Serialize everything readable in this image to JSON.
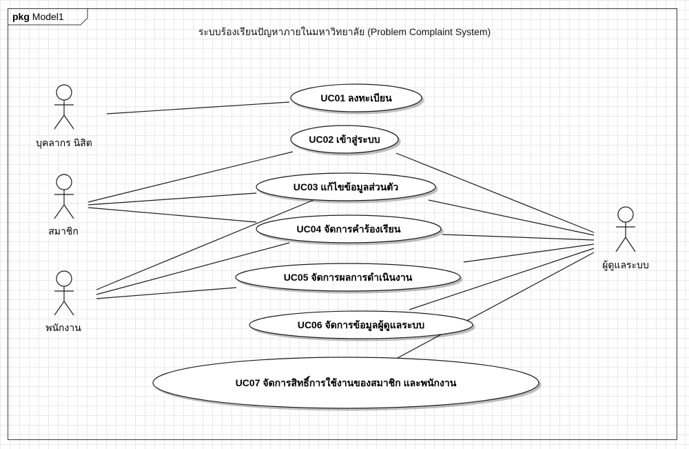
{
  "package": {
    "keyword": "pkg",
    "name": "Model1"
  },
  "system_title": "ระบบร้องเรียนปัญหาภายในมหาวิทยาลัย (Problem Complaint System)",
  "actors": {
    "personnel_student": "บุคลากร นิสิต",
    "member": "สมาชิก",
    "staff": "พนักงาน",
    "admin": "ผู้ดูแลระบบ"
  },
  "use_cases": {
    "uc01": "UC01 ลงทะเบียน",
    "uc02": "UC02 เข้าสู่ระบบ",
    "uc03": "UC03 แก้ไขข้อมูลส่วนตัว",
    "uc04": "UC04 จัดการคำร้องเรียน",
    "uc05": "UC05 จัดการผลการดำเนินงาน",
    "uc06": "UC06 จัดการข้อมูลผู้ดูแลระบบ",
    "uc07": "UC07 จัดการสิทธิ์การใช้งานของสมาชิก และพนักงาน"
  },
  "colors": {
    "stroke": "#1a1a1a",
    "shadow": "#bdbdbd",
    "grid": "#e9e9e9"
  }
}
